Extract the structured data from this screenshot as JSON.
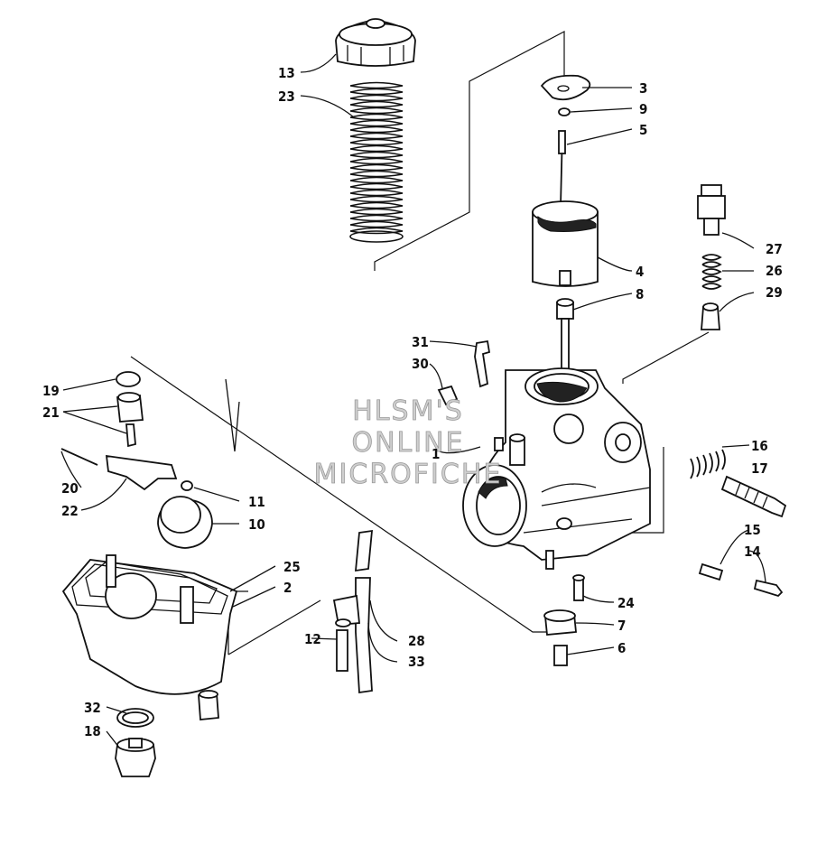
{
  "watermark": {
    "line1": "HLSM'S",
    "line2": "ONLINE",
    "line3": "MICROFICHE"
  },
  "part_labels": [
    "1",
    "2",
    "3",
    "4",
    "5",
    "6",
    "7",
    "8",
    "9",
    "10",
    "11",
    "12",
    "13",
    "14",
    "15",
    "16",
    "17",
    "18",
    "19",
    "20",
    "21",
    "22",
    "23",
    "24",
    "25",
    "26",
    "27",
    "28",
    "29",
    "30",
    "31",
    "32",
    "33"
  ],
  "colors": {
    "ink": "#111111",
    "watermark": "#cfcfcf"
  }
}
